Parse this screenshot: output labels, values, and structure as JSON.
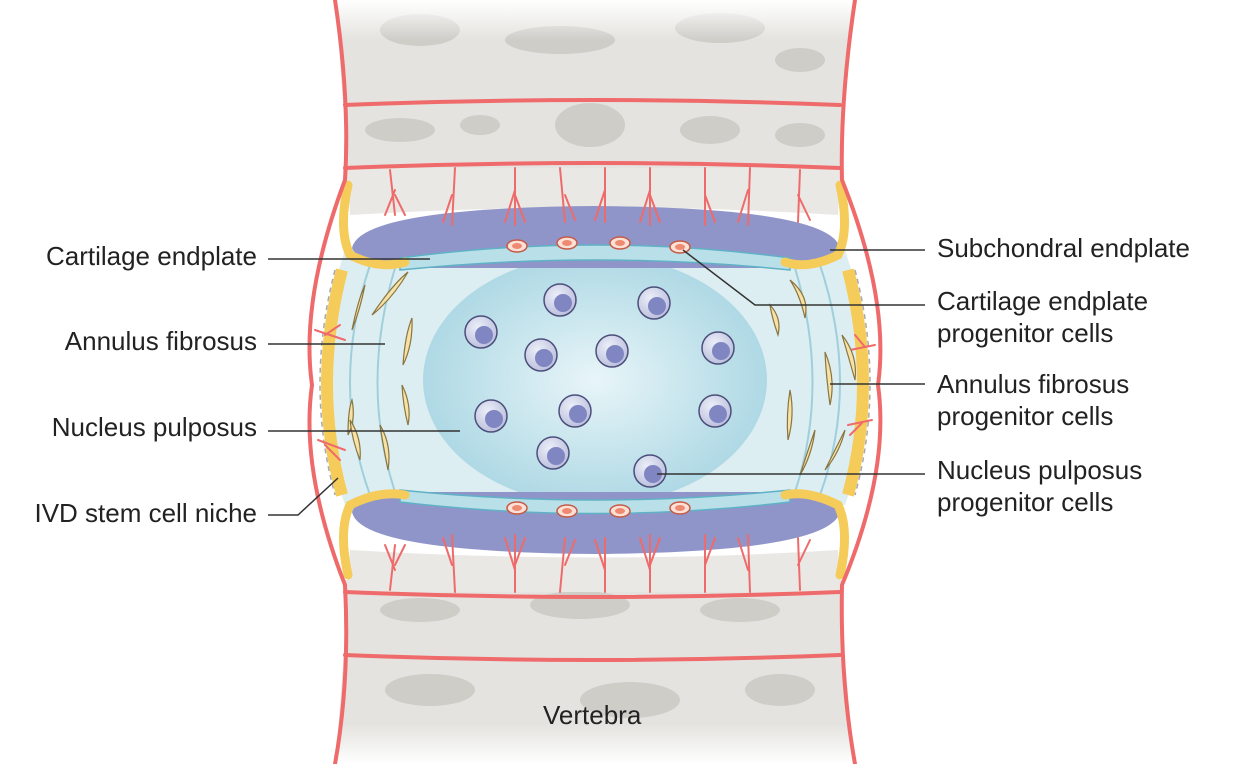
{
  "diagram": {
    "colors": {
      "vessel": "#ef6b6b",
      "bone": "#e4e3df",
      "bone_dark": "#cfcdc8",
      "cartilage_endplate": "#b9dfe8",
      "subchondral_endplate": "#8f95c9",
      "nucleus": "#c4e3ec",
      "annulus": "#ddeef2",
      "niche": "#f5cc5a",
      "progenitor_cell": "#f29a86",
      "np_cell": "#7f86c2",
      "af_cell": "#f6e2a6",
      "leader_line": "#333333"
    },
    "labels_left": {
      "cartilage_endplate": "Cartilage endplate",
      "annulus_fibrosus": "Annulus fibrosus",
      "nucleus_pulposus": "Nucleus pulposus",
      "ivd_stem_cell_niche": "IVD stem cell niche"
    },
    "labels_right": {
      "subchondral_endplate": "Subchondral endplate",
      "cartilage_endplate_progenitor_1": "Cartilage endplate",
      "cartilage_endplate_progenitor_2": "progenitor cells",
      "annulus_fibrosus_progenitor_1": "Annulus fibrosus",
      "annulus_fibrosus_progenitor_2": "progenitor cells",
      "nucleus_pulposus_progenitor_1": "Nucleus pulposus",
      "nucleus_pulposus_progenitor_2": "progenitor cells"
    },
    "labels_bottom": {
      "vertebra": "Vertebra"
    }
  }
}
